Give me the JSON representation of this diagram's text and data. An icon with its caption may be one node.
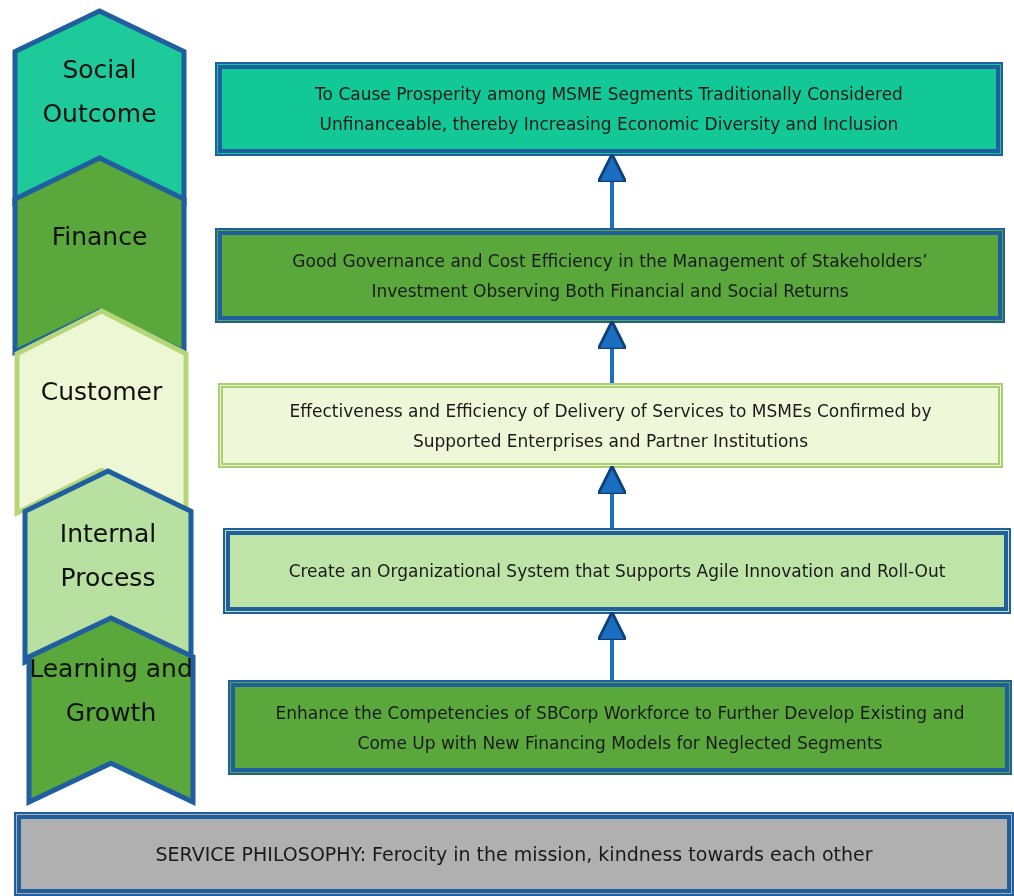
{
  "diagram": {
    "nodes": [
      {
        "text": [
          "Social Outcome"
        ]
      },
      {
        "text": [
          "To Cause Prosperity among MSME Segments Traditionally Considered Unfinanceable, thereby Increasing Economic Diversity and Inclusion"
        ]
      },
      {
        "text": [
          "Finance"
        ]
      },
      {
        "text": [
          "Good Governance and Cost Efficiency in the Management of Stakeholders’ Investment Observing Both Financial and Social Returns"
        ]
      },
      {
        "text": [
          "Customer"
        ]
      },
      {
        "text": [
          "Effectiveness and Efficiency of Delivery of Services to MSMEs Confirmed by Supported Enterprises and Partner Institutions"
        ]
      },
      {
        "text": [
          "Internal Process"
        ]
      },
      {
        "text": [
          "Create an Organizational System that Supports Agile Innovation and Roll-Out"
        ]
      },
      {
        "text": [
          "Learning and Growth"
        ]
      },
      {
        "text": [
          "Enhance the Competencies of SBCorp Workforce to Further Develop Existing and Come Up with New Financing Models for Neglected Segments"
        ]
      },
      {
        "text": [
          "SERVICE PHILOSOPHY: Ferocity in the mission, kindness towards each other"
        ]
      }
    ],
    "edges": [
      {
        "from": 9,
        "to": 7,
        "arrow": "to"
      },
      {
        "from": 7,
        "to": 5,
        "arrow": "to"
      },
      {
        "from": 5,
        "to": 3,
        "arrow": "to"
      },
      {
        "from": 3,
        "to": 1,
        "arrow": "to"
      }
    ]
  }
}
